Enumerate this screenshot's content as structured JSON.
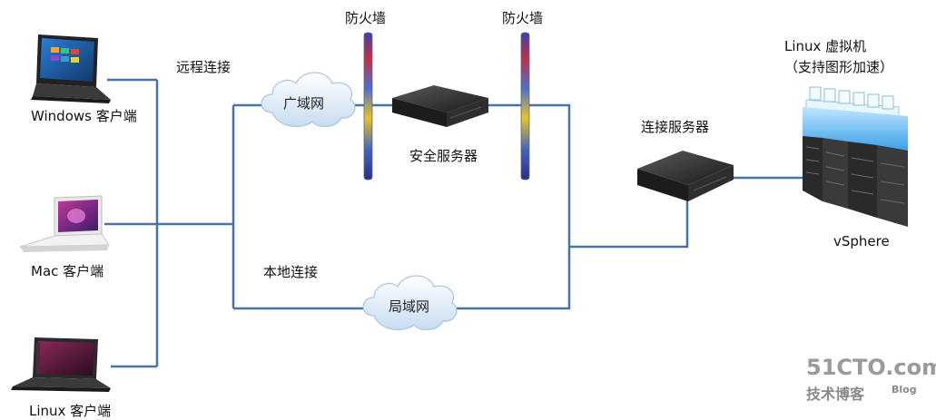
{
  "nodes": {
    "windows_client": "Windows 客户端",
    "mac_client": "Mac 客户端",
    "linux_client": "Linux 客户端",
    "firewall_1": "防火墙",
    "firewall_2": "防火墙",
    "security_server": "安全服务器",
    "connection_server": "连接服务器",
    "linux_vm_line1": "Linux 虚拟机",
    "linux_vm_line2": "（支持图形加速）",
    "vsphere": "vSphere"
  },
  "clouds": {
    "wan": "广域网",
    "lan": "局域网"
  },
  "links": {
    "remote": "远程连接",
    "local": "本地连接"
  },
  "watermark": {
    "site": "51CTO.com",
    "sub": "技术博客",
    "blog": "Blog"
  }
}
